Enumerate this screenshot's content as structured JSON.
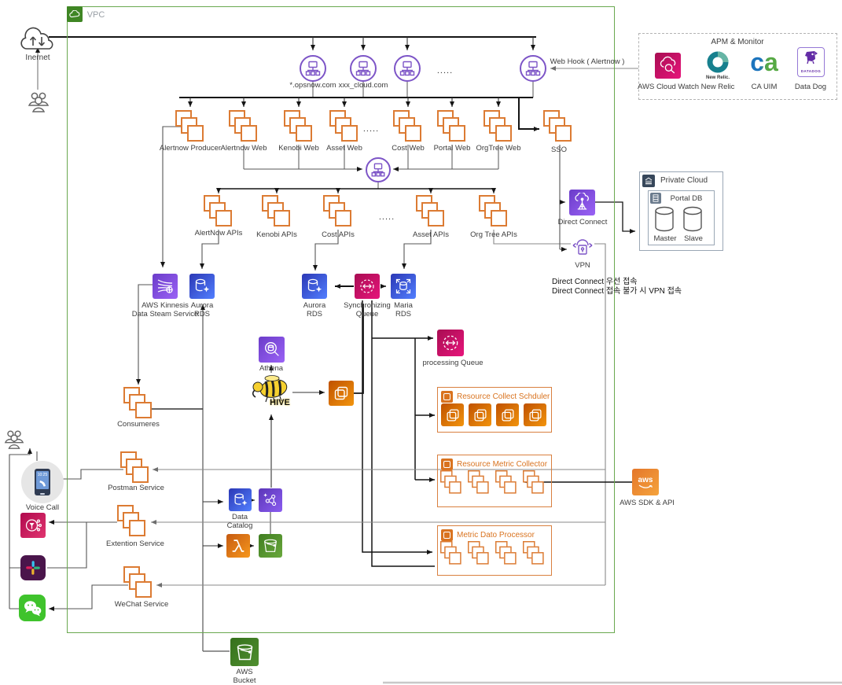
{
  "vpc": {
    "label": "VPC"
  },
  "internet": {
    "label": "Inernet"
  },
  "lb": {
    "domain1": "*.opsnow.com",
    "domain2": "xxx_cloud.com",
    "webhook": "Web Hook ( Alertnow )"
  },
  "dots": ".....",
  "web": {
    "producer": "Alertnow Producer",
    "alertnow": "Alertnow Web",
    "kenobi": "Kenobi Web",
    "asset": "Asset Web",
    "cost": "Cost Web",
    "portal": "Portal Web",
    "orgtree": "OrgTree Web",
    "sso": "SSO"
  },
  "api": {
    "alertnow": "AlertNow APIs",
    "kenobi": "Kenobi APIs",
    "cost": "Cost APIs",
    "asset": "Asset APIs",
    "orgtree": "Org Tree APIs"
  },
  "data": {
    "kinesis1": "AWS Kinnesis",
    "kinesis2": "Data Steam Service",
    "aurora1": "Aurora",
    "aurora1b": "RDS",
    "aurora2": "Aurora",
    "aurora2b": "RDS",
    "sync1": "Synchronizing",
    "sync2": "Queue",
    "maria1": "Maria",
    "maria2": "RDS"
  },
  "apm": {
    "title": "APM & Monitor",
    "cloudwatch": "AWS Cloud Watch",
    "newrelic_logo": "New Relic.",
    "newrelic": "New Relic",
    "ca_logo": "ca",
    "ca": "CA UIM",
    "datadog_logo": "DATADOG",
    "datadog": "Data Dog"
  },
  "pc": {
    "title": "Private Cloud",
    "portal": "Portal DB",
    "master": "Master",
    "slave": "Slave"
  },
  "conn": {
    "dc": "Direct Connect",
    "vpn": "VPN",
    "note1": "Direct Connect 우선 접속",
    "note2": "Direct Connect 접속 불가 시 VPN 접속"
  },
  "mid": {
    "athena": "Athena",
    "hive": "HIVE",
    "queue": "processing Queue",
    "rcs": "Resource Collect Schduler",
    "rmc": "Resource Metric Collector",
    "mdp": "Metric Dato Processor",
    "aws_logo": "aws",
    "aws_sdk": "AWS SDK & API"
  },
  "cat": {
    "l1": "Data",
    "l2": "Catalog"
  },
  "bucket": {
    "l1": "AWS",
    "l2": "Bucket"
  },
  "left": {
    "consumers": "Consumeres",
    "postman": "Postman Service",
    "extention": "Extention Service",
    "wechat": "WeChat Service",
    "voice": "Voice Call",
    "time": "10:25"
  }
}
